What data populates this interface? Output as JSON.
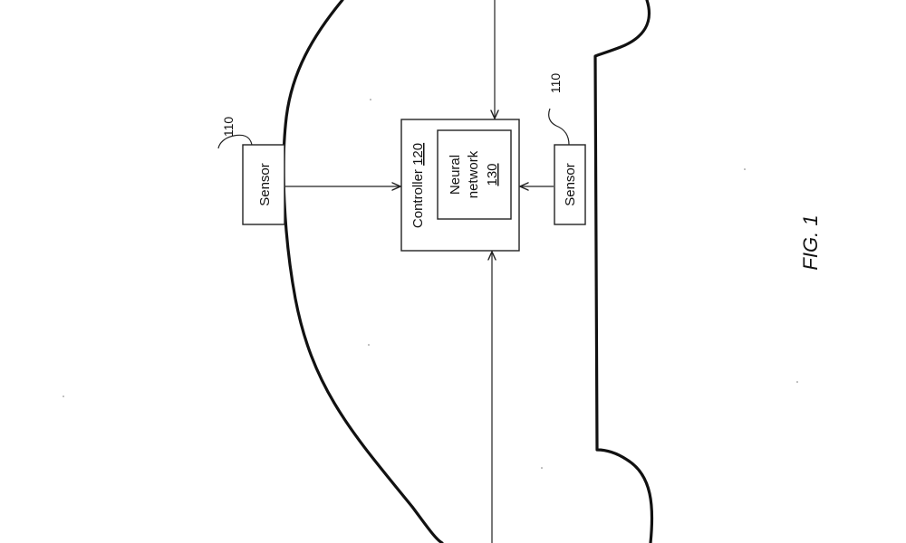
{
  "figure": {
    "caption": "FIG. 1"
  },
  "sensor_left": {
    "label": "Sensor",
    "ref": "110"
  },
  "sensor_right": {
    "label": "Sensor",
    "ref": "110"
  },
  "controller": {
    "label": "Controller",
    "ref": "120"
  },
  "neural_network": {
    "line1": "Neural",
    "line2": "network",
    "ref": "130"
  }
}
